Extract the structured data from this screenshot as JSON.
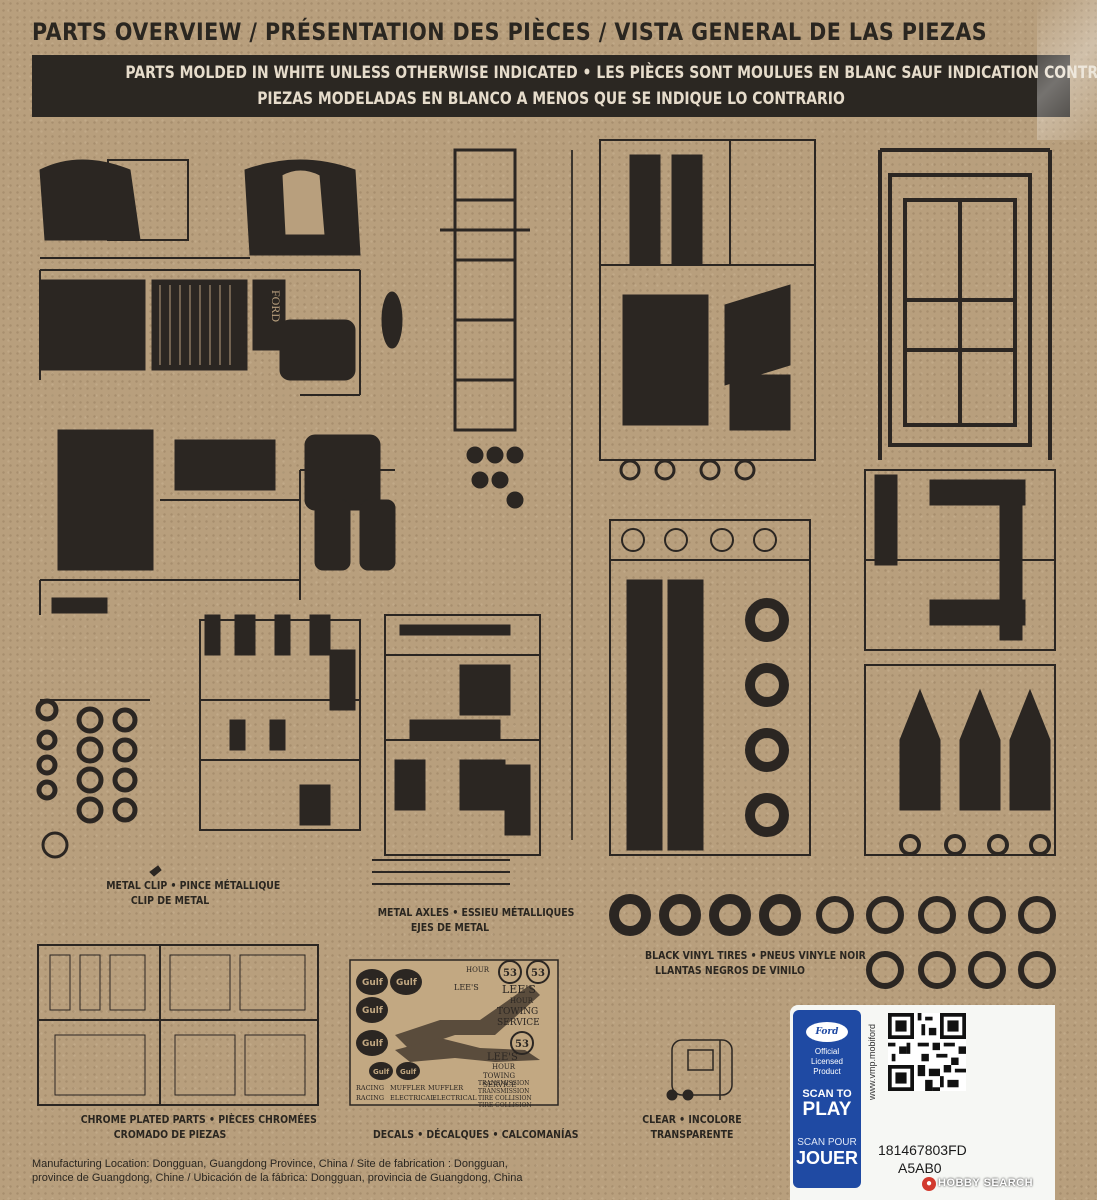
{
  "title": "PARTS OVERVIEW / PRÉSENTATION DES PIÈCES / VISTA GENERAL DE LAS PIEZAS",
  "banner": {
    "line1": "PARTS MOLDED IN WHITE UNLESS OTHERWISE INDICATED • LES PIÈCES SONT MOULUES EN BLANC SAUF INDICATION CONTRAIRE",
    "line2": "PIEZAS MODELADAS EN BLANCO A MENOS QUE SE INDIQUE LO CONTRARIO"
  },
  "sprue_marks": {
    "ford_letters": "FORD"
  },
  "captions": {
    "metal_clip": [
      "METAL CLIP • PINCE MÉTALLIQUE",
      "CLIP DE METAL"
    ],
    "metal_axles": [
      "METAL AXLES • ESSIEU MÉTALLIQUES",
      "EJES DE METAL"
    ],
    "tires": [
      "BLACK VINYL TIRES • PNEUS VINYLE NOIR",
      "LLANTAS NEGROS DE VINILO"
    ],
    "chrome": [
      "CHROME PLATED PARTS • PIÈCES CHROMÉES",
      "CROMADO DE PIEZAS"
    ],
    "decals": [
      "DECALS • DÉCALQUES • CALCOMANÍAS"
    ],
    "clear": [
      "CLEAR • INCOLORE",
      "TRANSPARENTE"
    ]
  },
  "decal_sheet": {
    "gulf": "Gulf",
    "number": "53",
    "hour": "HOUR",
    "lees_1": "LEE'S",
    "hour_towing": "HOUR",
    "towing": "TOWING",
    "service": "SERVICE",
    "lees_2": "LEE'S",
    "hour_2": "HOUR",
    "towing_2": "TOWING",
    "service_2": "SERVICE",
    "transmission": "TRANSMISSION",
    "transmission_2": "TRANSMISSION",
    "tire_collision": "TIRE COLLISION",
    "tire_collision_2": "TIRE COLLISION",
    "racing": "RACING",
    "muffler": "MUFFLER",
    "electrical": "ELECTRICAL"
  },
  "footer": {
    "line1": "Manufacturing Location:  Dongguan, Guangdong Province, China / Site de fabrication :  Dongguan,",
    "line2": "province de Guangdong, Chine / Ubicación de la fábrica:  Dongguan, provincia de Guangdong, China"
  },
  "label": {
    "ford": "Ford",
    "official": "Official\nLicensed\nProduct",
    "scan_to": "SCAN TO",
    "play": "PLAY",
    "scan_pour": "SCAN POUR",
    "jouer": "JOUER",
    "url": "www.vmp.mobiford",
    "code1": "181467803FD",
    "code2": "A5AB0"
  },
  "watermark": "HOBBY SEARCH",
  "colors": {
    "cardboard": "#b89f7d",
    "ink": "#2a2620",
    "ford_blue": "#1f4aa3"
  }
}
